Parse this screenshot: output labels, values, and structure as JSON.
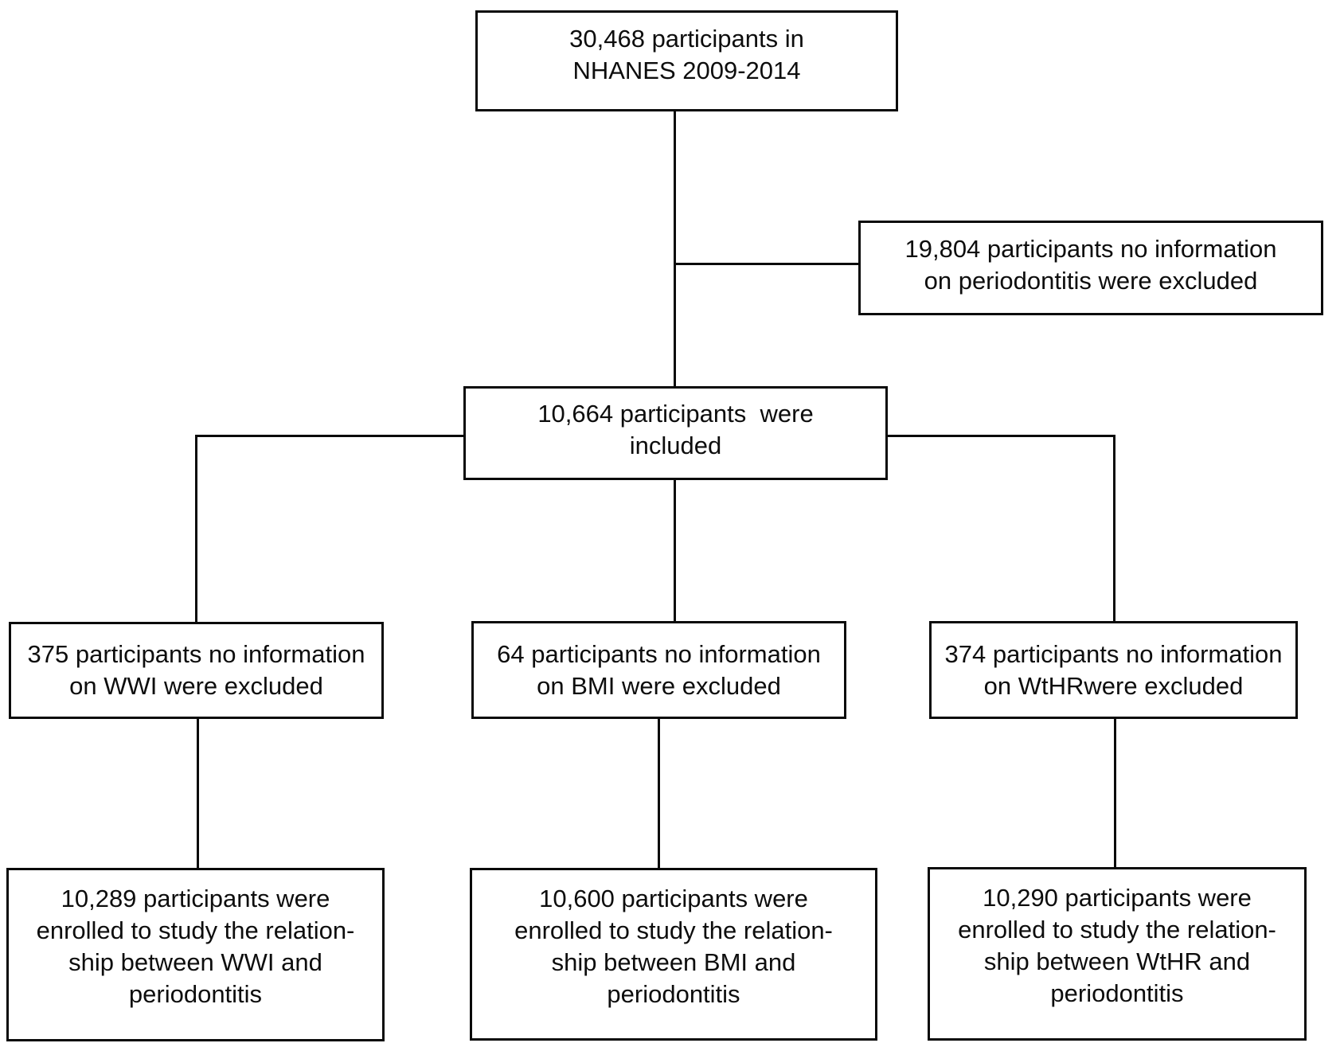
{
  "figure": {
    "type": "participant-flow-diagram",
    "colors": {
      "background": "#ffffff",
      "box_border": "#0a0a0a",
      "text": "#0d0d0d",
      "line": "#0a0a0a"
    }
  },
  "boxes": {
    "initial_cohort": {
      "text": "30,468 participants in\nNHANES 2009-2014"
    },
    "excluded_periodontitis": {
      "text": "19,804 participants no information\non periodontitis were excluded"
    },
    "included": {
      "text": "10,664 participants  were\nincluded"
    },
    "excluded_wwi": {
      "text": "375 participants no information\non WWI were excluded"
    },
    "excluded_bmi": {
      "text": "64 participants no information\non BMI were excluded"
    },
    "excluded_wthr": {
      "text": "374 participants no information\non WtHRwere excluded"
    },
    "enrolled_wwi": {
      "text": "10,289 participants were\nenrolled to study the relation-\nship between WWI and\nperiodontitis"
    },
    "enrolled_bmi": {
      "text": "10,600 participants were\nenrolled to study the relation-\nship between BMI and\nperiodontitis"
    },
    "enrolled_wthr": {
      "text": "10,290 participants were\nenrolled to study the relation-\nship between WtHR and\nperiodontitis"
    }
  }
}
